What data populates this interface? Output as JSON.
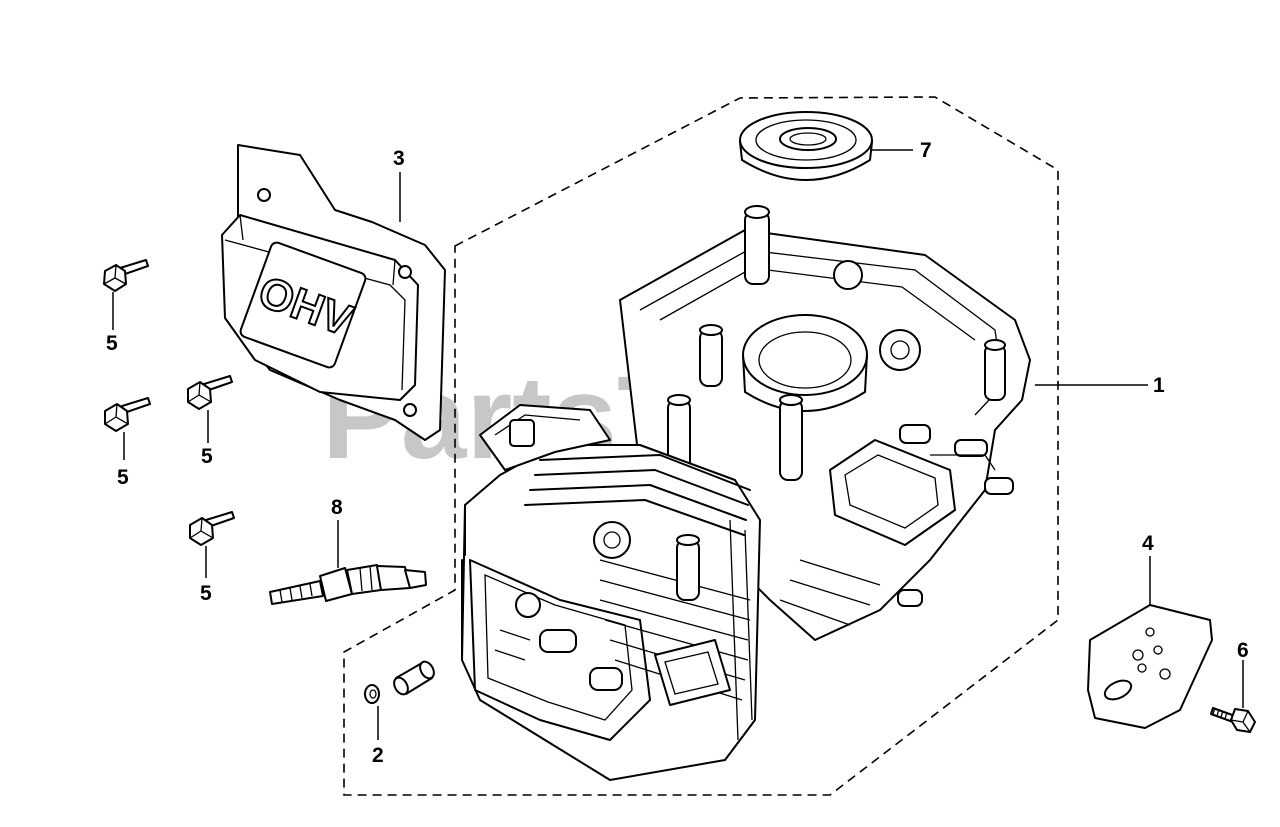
{
  "watermark": {
    "text": "PartsTree",
    "tm": "™"
  },
  "cover_emblem": "OHV",
  "callouts": [
    {
      "id": "callout-1",
      "label": "1"
    },
    {
      "id": "callout-2",
      "label": "2"
    },
    {
      "id": "callout-3",
      "label": "3"
    },
    {
      "id": "callout-4",
      "label": "4"
    },
    {
      "id": "callout-5a",
      "label": "5"
    },
    {
      "id": "callout-5b",
      "label": "5"
    },
    {
      "id": "callout-5c",
      "label": "5"
    },
    {
      "id": "callout-5d",
      "label": "5"
    },
    {
      "id": "callout-6",
      "label": "6"
    },
    {
      "id": "callout-7",
      "label": "7"
    },
    {
      "id": "callout-8",
      "label": "8"
    }
  ]
}
